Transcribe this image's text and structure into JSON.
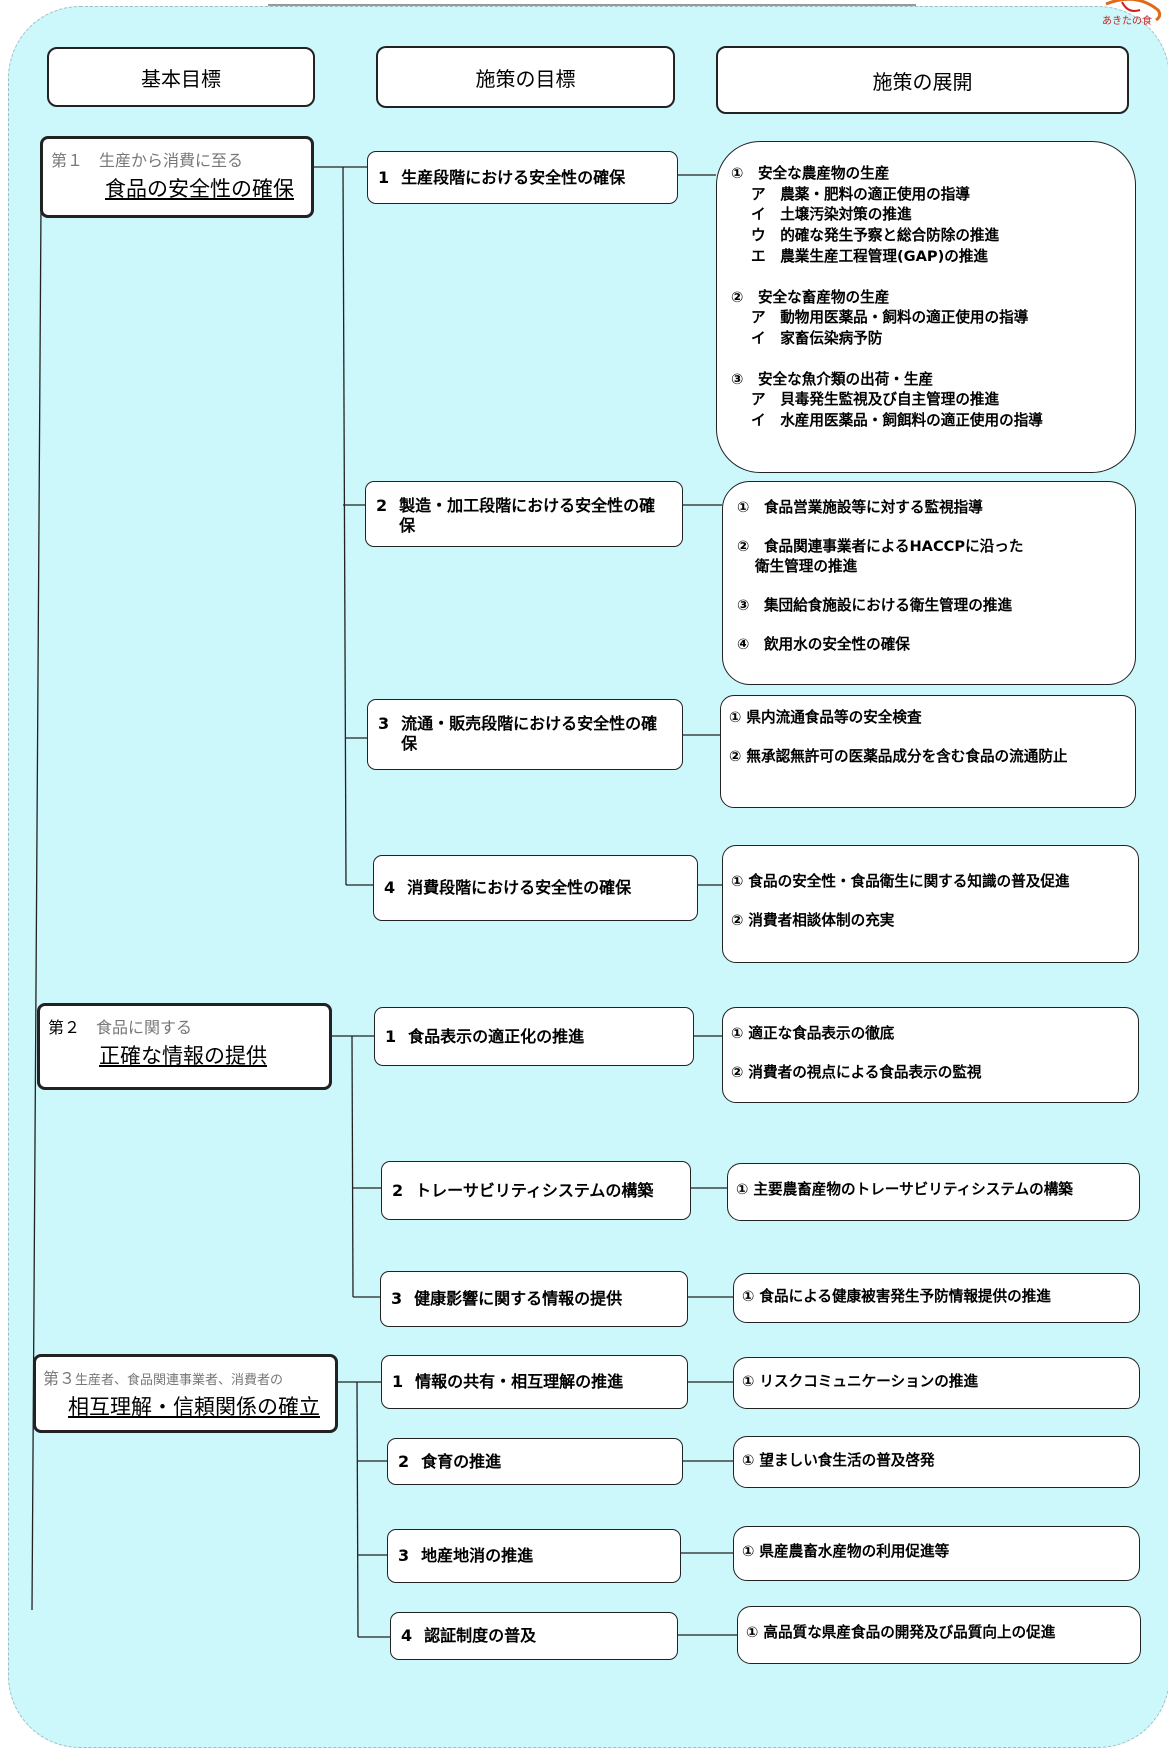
{
  "headers": {
    "basic": "基本目標",
    "objective": "施策の目標",
    "development": "施策の展開"
  },
  "goals": [
    {
      "prefix": "第１",
      "sub": "生産から消費に至る",
      "main": "食品の安全性の確保"
    },
    {
      "prefix": "第２",
      "sub": "食品に関する",
      "main": "正確な情報の提供"
    },
    {
      "prefix": "第３",
      "sub": "生産者、食品関連事業者、消費者の",
      "main": "相互理解・信頼関係の確立"
    }
  ],
  "objectives": [
    {
      "num": "1",
      "text": "生産段階における安全性の確保"
    },
    {
      "num": "2",
      "text": "製造・加工段階における安全性の確保"
    },
    {
      "num": "3",
      "text": "流通・販売段階における安全性の確保"
    },
    {
      "num": "4",
      "text": "消費段階における安全性の確保"
    },
    {
      "num": "1",
      "text": "食品表示の適正化の推進"
    },
    {
      "num": "2",
      "text": "トレーサビリティシステムの構築"
    },
    {
      "num": "3",
      "text": "健康影響に関する情報の提供"
    },
    {
      "num": "1",
      "text": "情報の共有・相互理解の推進"
    },
    {
      "num": "2",
      "text": "食育の推進"
    },
    {
      "num": "3",
      "text": "地産地消の推進"
    },
    {
      "num": "4",
      "text": "認証制度の普及"
    }
  ],
  "developments": {
    "d1": {
      "g1": "①　安全な農産物の生産",
      "g1a": "ア　農薬・肥料の適正使用の指導",
      "g1b": "イ　土壌汚染対策の推進",
      "g1c": "ウ　的確な発生予察と総合防除の推進",
      "g1d": "エ　農業生産工程管理(GAP)の推進",
      "g2": "②　安全な畜産物の生産",
      "g2a": "ア　動物用医薬品・飼料の適正使用の指導",
      "g2b": "イ　家畜伝染病予防",
      "g3": "③　安全な魚介類の出荷・生産",
      "g3a": "ア　貝毒発生監視及び自主管理の推進",
      "g3b": "イ　水産用医薬品・飼餌料の適正使用の指導"
    },
    "d2": {
      "i1": "①　食品営業施設等に対する監視指導",
      "i2": "②　食品関連事業者によるHACCPに沿った",
      "i2b": "衛生管理の推進",
      "i3": "③　集団給食施設における衛生管理の推進",
      "i4": "④　飲用水の安全性の確保"
    },
    "d3": {
      "i1": "① 県内流通食品等の安全検査",
      "i2": "② 無承認無許可の医薬品成分を含む食品の流通防止"
    },
    "d4": {
      "i1": "① 食品の安全性・食品衛生に関する知識の普及促進",
      "i2": "② 消費者相談体制の充実"
    },
    "d5": {
      "i1": "① 適正な食品表示の徹底",
      "i2": "② 消費者の視点による食品表示の監視"
    },
    "d6": {
      "i1": "① 主要農畜産物のトレーサビリティシステムの構築"
    },
    "d7": {
      "i1": "① 食品による健康被害発生予防情報提供の推進"
    },
    "d8": {
      "i1": "① リスクコミュニケーションの推進"
    },
    "d9": {
      "i1": "① 望ましい食生活の普及啓発"
    },
    "d10": {
      "i1": "① 県産農畜水産物の利用促進等"
    },
    "d11": {
      "i1": "① 高品質な県産食品の開発及び品質向上の促進"
    }
  },
  "logo": {
    "text": "あきたの食"
  }
}
